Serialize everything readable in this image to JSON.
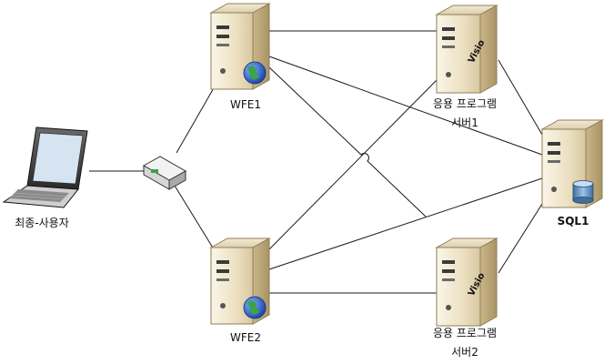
{
  "nodes": {
    "end_user": {
      "label": "최종-사용자"
    },
    "wfe1": {
      "label": "WFE1"
    },
    "wfe2": {
      "label": "WFE2"
    },
    "app1": {
      "label_line1": "응용 프로그램",
      "label_line2": "서버1",
      "badge": "Visio"
    },
    "app2": {
      "label_line1": "응용 프로그램",
      "label_line2": "서버2",
      "badge": "Visio"
    },
    "sql1": {
      "label": "SQL1"
    }
  },
  "colors": {
    "line": "#1a1a1a",
    "tower": "#e9dcbc",
    "globe": "#2a62c8",
    "db": "#5a8ab8"
  }
}
